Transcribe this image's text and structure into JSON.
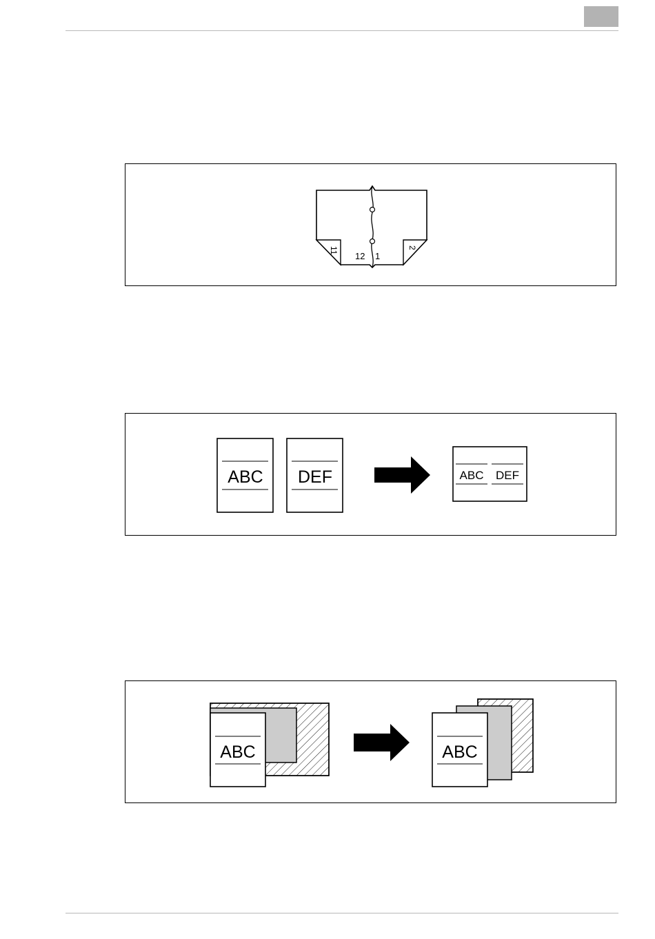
{
  "page": {
    "section_tab_color": "#b3b3b3"
  },
  "figure_booklet": {
    "left_page_numbers": [
      "11",
      "12"
    ],
    "right_page_numbers": [
      "1",
      "2"
    ]
  },
  "figure_combine": {
    "originals": [
      "ABC",
      "DEF"
    ],
    "result": [
      "ABC",
      "DEF"
    ],
    "arrow_icon": "right-arrow-icon"
  },
  "figure_insert": {
    "original_text": "ABC",
    "result_text": "ABC",
    "arrow_icon": "right-arrow-icon"
  }
}
